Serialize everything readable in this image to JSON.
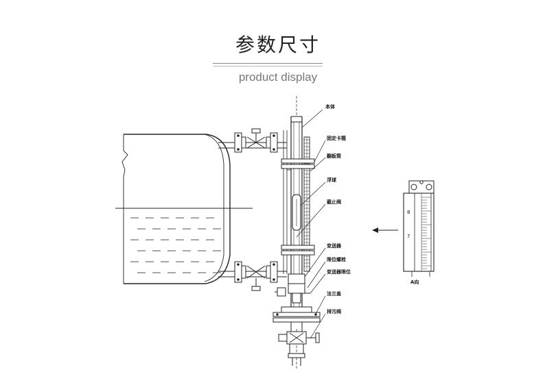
{
  "header": {
    "title": "参数尺寸",
    "subtitle": "product display"
  },
  "diagram": {
    "labels": {
      "body": "本体",
      "fixing_clamp": "固定卡箍",
      "flap_tube": "翻板筒",
      "float": "浮球",
      "shutoff_valve": "截止阀",
      "transmitter": "变送器",
      "limit_bolt": "限位螺栓",
      "transmitter_limit": "变送器限位",
      "flange_cover": "法兰盖",
      "drain_valve": "排污阀"
    },
    "view_a": {
      "label": "A向",
      "scale_upper": "8",
      "scale_lower": "7"
    }
  }
}
